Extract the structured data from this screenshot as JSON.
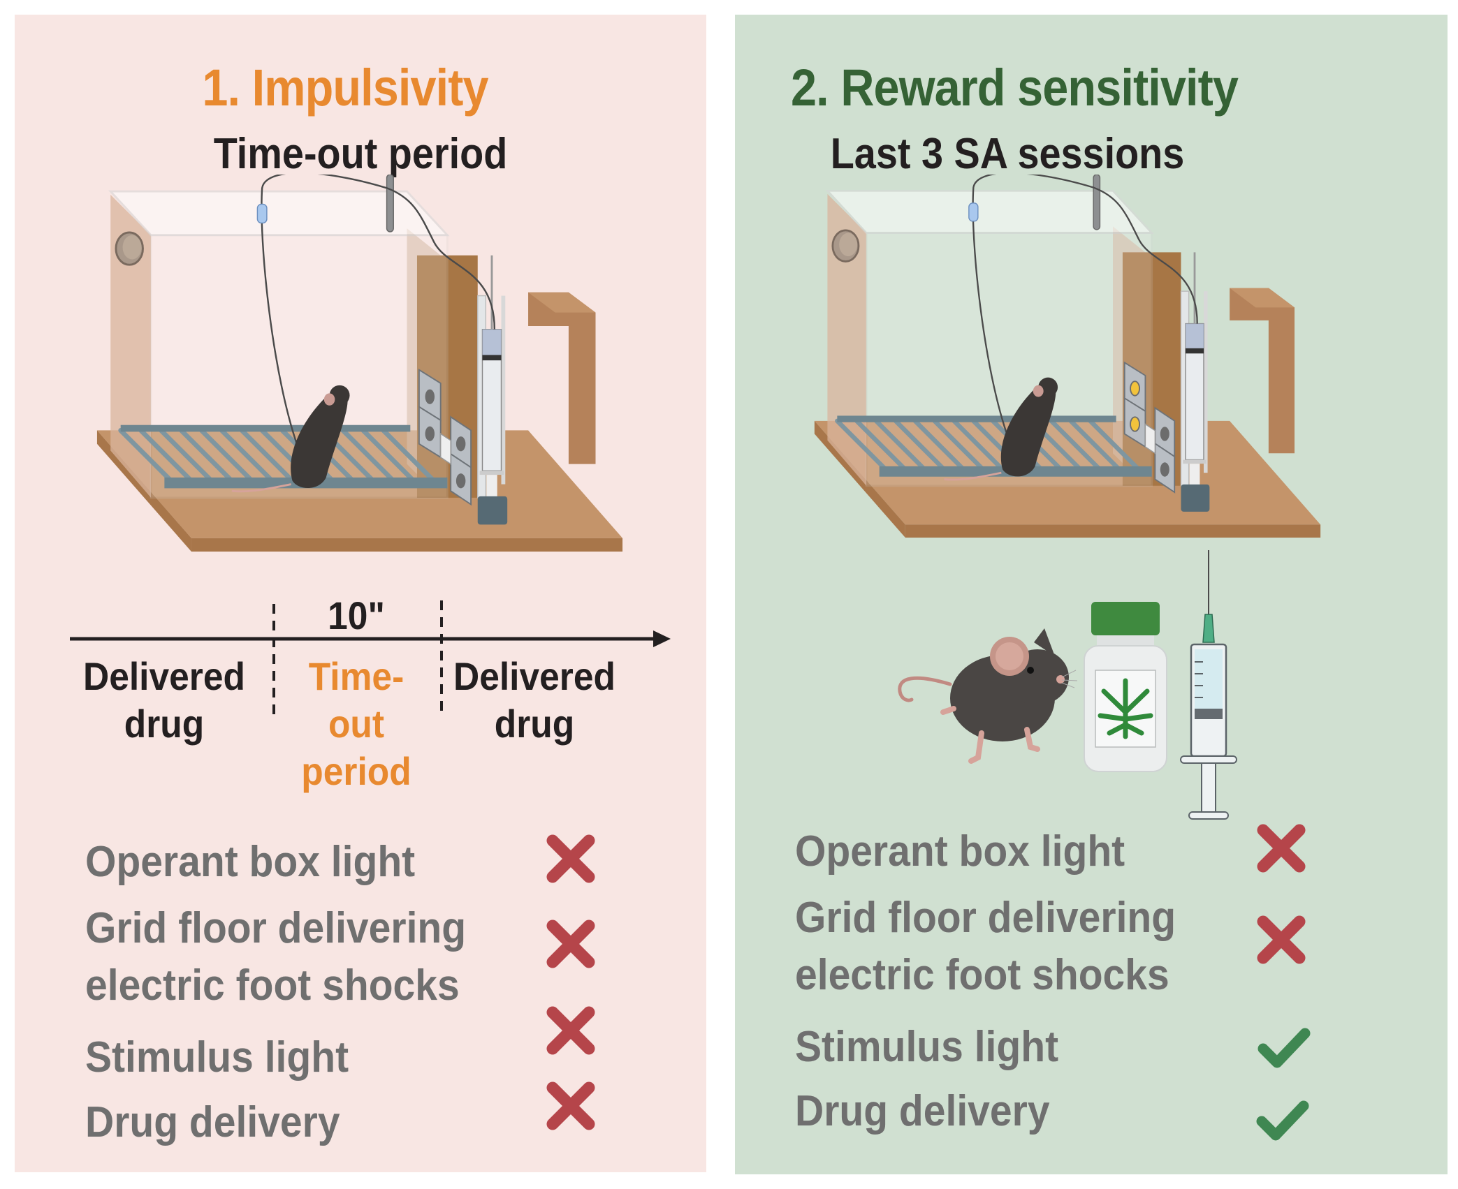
{
  "panels": [
    {
      "id": "impulsivity",
      "title": "1. Impulsivity",
      "subtitle": "Time-out period",
      "background": "#f8e6e3",
      "title_color": "#e8892f",
      "stimulus_lights_on": false,
      "timeline": {
        "duration_label": "10\"",
        "segments": [
          {
            "label_line1": "Delivered",
            "label_line2": "drug",
            "label_line3": ""
          },
          {
            "label_line1": "Time-",
            "label_line2": "out",
            "label_line3": "period"
          },
          {
            "label_line1": "Delivered",
            "label_line2": "drug",
            "label_line3": ""
          }
        ]
      },
      "criteria": [
        {
          "label_line1": "Operant box light",
          "label_line2": "",
          "status": "off"
        },
        {
          "label_line1": "Grid floor delivering",
          "label_line2": "electric foot shocks",
          "status": "off"
        },
        {
          "label_line1": "Stimulus light",
          "label_line2": "",
          "status": "off"
        },
        {
          "label_line1": "Drug delivery",
          "label_line2": "",
          "status": "off"
        }
      ]
    },
    {
      "id": "reward-sensitivity",
      "title": "2. Reward sensitivity",
      "subtitle": "Last 3 SA sessions",
      "background": "#d0e0d1",
      "title_color": "#356235",
      "stimulus_lights_on": true,
      "illustration_items": [
        "mouse",
        "cannabis-bottle",
        "syringe"
      ],
      "criteria": [
        {
          "label_line1": "Operant box light",
          "label_line2": "",
          "status": "off"
        },
        {
          "label_line1": "Grid floor delivering",
          "label_line2": "electric foot shocks",
          "status": "off"
        },
        {
          "label_line1": "Stimulus light",
          "label_line2": "",
          "status": "on"
        },
        {
          "label_line1": "Drug delivery",
          "label_line2": "",
          "status": "on"
        }
      ]
    }
  ],
  "colors": {
    "cross": "#b5454a",
    "check": "#3f8752",
    "label_gray": "#6f6f6f",
    "text_dark": "#231f20"
  }
}
